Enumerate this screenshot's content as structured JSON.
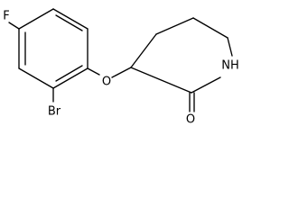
{
  "molecule": {
    "atoms": {
      "fluorine": "F",
      "bromine": "Br",
      "ether_oxygen": "O",
      "carbonyl_oxygen": "O",
      "amide_nitrogen": "NH"
    }
  }
}
